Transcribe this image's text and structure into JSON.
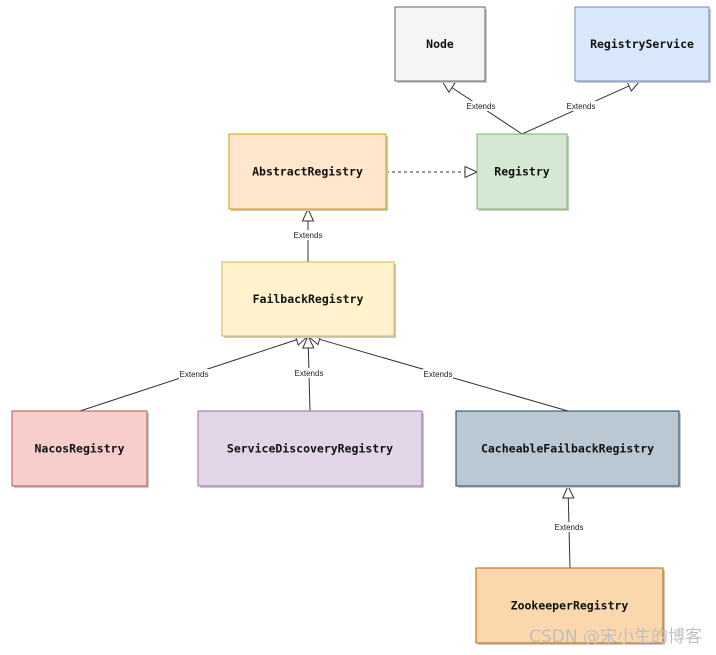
{
  "diagram": {
    "nodes": [
      {
        "id": "node",
        "label": "Node",
        "fill": "#f5f5f5",
        "stroke": "#666666"
      },
      {
        "id": "registry-service",
        "label": "RegistryService",
        "fill": "#dae8fc",
        "stroke": "#6c8ebf"
      },
      {
        "id": "abstract-registry",
        "label": "AbstractRegistry",
        "fill": "#ffe6cc",
        "stroke": "#d79b00"
      },
      {
        "id": "registry",
        "label": "Registry",
        "fill": "#d5e8d4",
        "stroke": "#82b366"
      },
      {
        "id": "failback-registry",
        "label": "FailbackRegistry",
        "fill": "#fff2cc",
        "stroke": "#d6b656"
      },
      {
        "id": "nacos-registry",
        "label": "NacosRegistry",
        "fill": "#f8cecc",
        "stroke": "#b85450"
      },
      {
        "id": "service-discovery-registry",
        "label": "ServiceDiscoveryRegistry",
        "fill": "#e1d5e7",
        "stroke": "#9673a6"
      },
      {
        "id": "cacheable-failback-registry",
        "label": "CacheableFailbackRegistry",
        "fill": "#bac8d3",
        "stroke": "#23445d"
      },
      {
        "id": "zookeeper-registry",
        "label": "ZookeeperRegistry",
        "fill": "#fad7ac",
        "stroke": "#b46504"
      }
    ],
    "edges": [
      {
        "id": "registry-to-node",
        "from": "registry",
        "to": "node",
        "label": "Extends",
        "style": "solid"
      },
      {
        "id": "registry-to-registry-service",
        "from": "registry",
        "to": "registry-service",
        "label": "Extends",
        "style": "solid"
      },
      {
        "id": "abstract-registry-to-registry",
        "from": "abstract-registry",
        "to": "registry",
        "label": "",
        "style": "dashed"
      },
      {
        "id": "failback-to-abstract",
        "from": "failback-registry",
        "to": "abstract-registry",
        "label": "Extends",
        "style": "solid"
      },
      {
        "id": "nacos-to-failback",
        "from": "nacos-registry",
        "to": "failback-registry",
        "label": "Extends",
        "style": "solid"
      },
      {
        "id": "service-discovery-to-failback",
        "from": "service-discovery-registry",
        "to": "failback-registry",
        "label": "Extends",
        "style": "solid"
      },
      {
        "id": "cacheable-to-failback",
        "from": "cacheable-failback-registry",
        "to": "failback-registry",
        "label": "Extends",
        "style": "solid"
      },
      {
        "id": "zookeeper-to-cacheable",
        "from": "zookeeper-registry",
        "to": "cacheable-failback-registry",
        "label": "Extends",
        "style": "solid"
      }
    ]
  },
  "watermark": {
    "text": "CSDN @宋小生的博客"
  }
}
